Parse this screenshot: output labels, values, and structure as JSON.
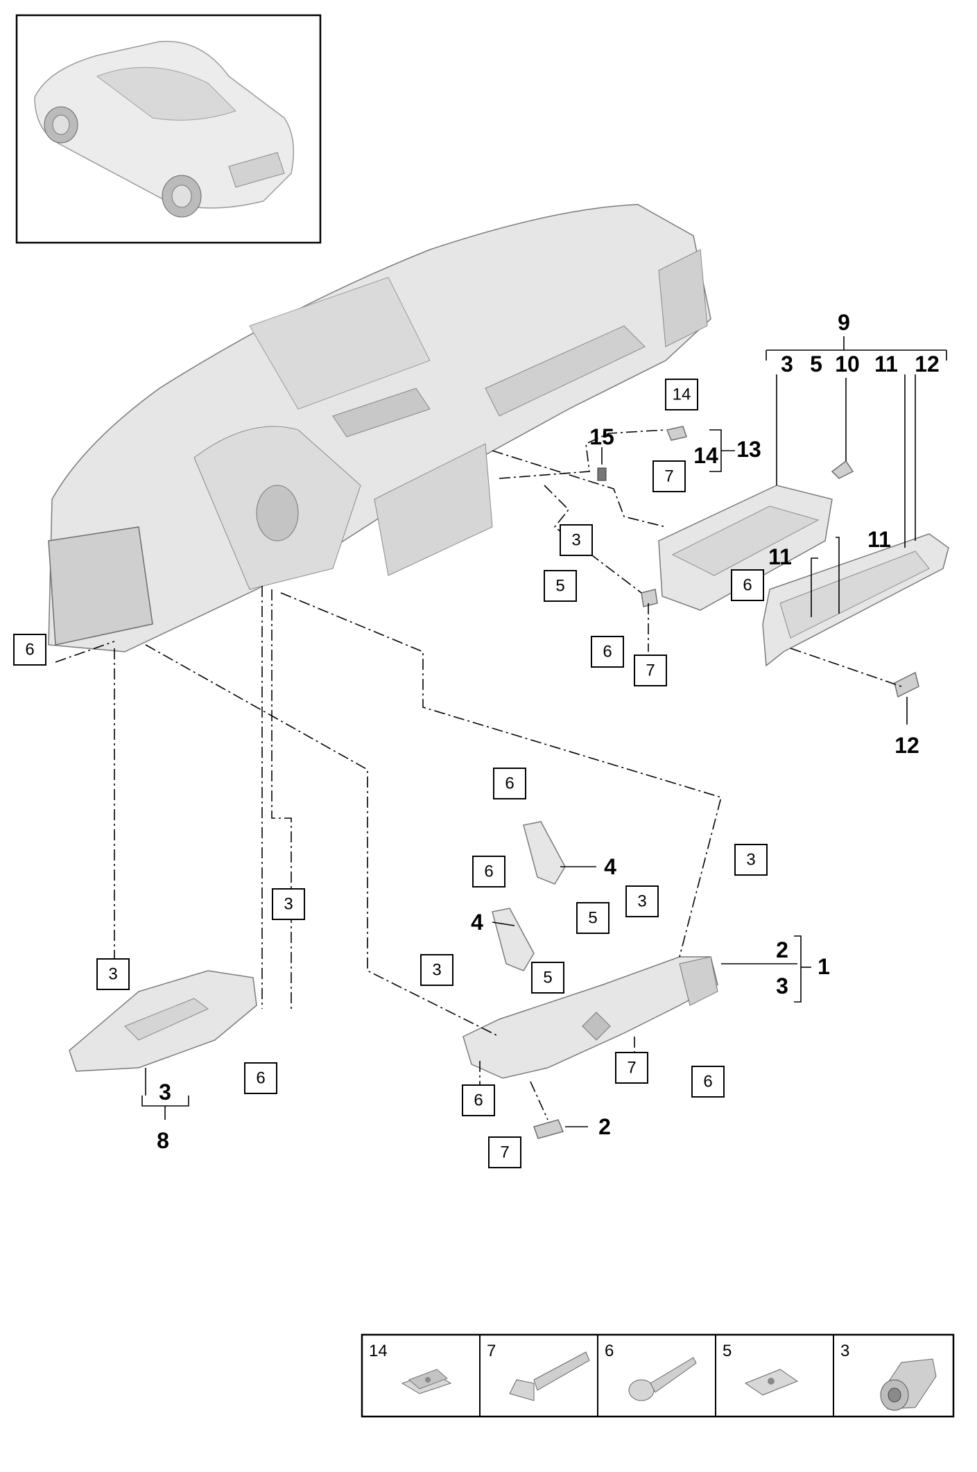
{
  "thumbnail": {
    "icon": "car-thumbnail-icon"
  },
  "main_assembly": {
    "icon": "dashboard-assembly-icon"
  },
  "callouts": {
    "c9": "9",
    "c3_group": "3",
    "c5_group": "5",
    "c10": "10",
    "c11_group": "11",
    "c12_group": "12",
    "c15": "15",
    "c13": "13",
    "c14_bold": "14",
    "c11_a": "11",
    "c11_b": "11",
    "c12_bottom": "12",
    "c4_a": "4",
    "c4_b": "4",
    "c2_right": "2",
    "c3_right": "3",
    "c1": "1",
    "c2_bottom": "2",
    "c3_left": "3",
    "c8": "8"
  },
  "boxes": {
    "b14_top": "14",
    "b7_top": "7",
    "b3_mid": "3",
    "b6_mid": "6",
    "b5_mid": "5",
    "b6_mid2": "6",
    "b7_mid": "7",
    "b6_left": "6",
    "b6_low_a": "6",
    "b6_low_b": "6",
    "b3_low_right": "3",
    "b3_low_mid": "3",
    "b5_low_a": "5",
    "b5_low_b": "5",
    "b3_left_mid": "3",
    "b3_left_low": "3",
    "b3_bracket": "3",
    "b6_left_low": "6",
    "b7_bracket": "7",
    "b6_bracket": "6",
    "b6_bracket2": "6",
    "b7_bracket2": "7"
  },
  "legend": [
    {
      "num": "14",
      "icon": "clip-nut-icon"
    },
    {
      "num": "7",
      "icon": "screw-icon"
    },
    {
      "num": "6",
      "icon": "self-tapping-screw-icon"
    },
    {
      "num": "5",
      "icon": "spring-nut-icon"
    },
    {
      "num": "3",
      "icon": "expanding-nut-icon"
    }
  ]
}
